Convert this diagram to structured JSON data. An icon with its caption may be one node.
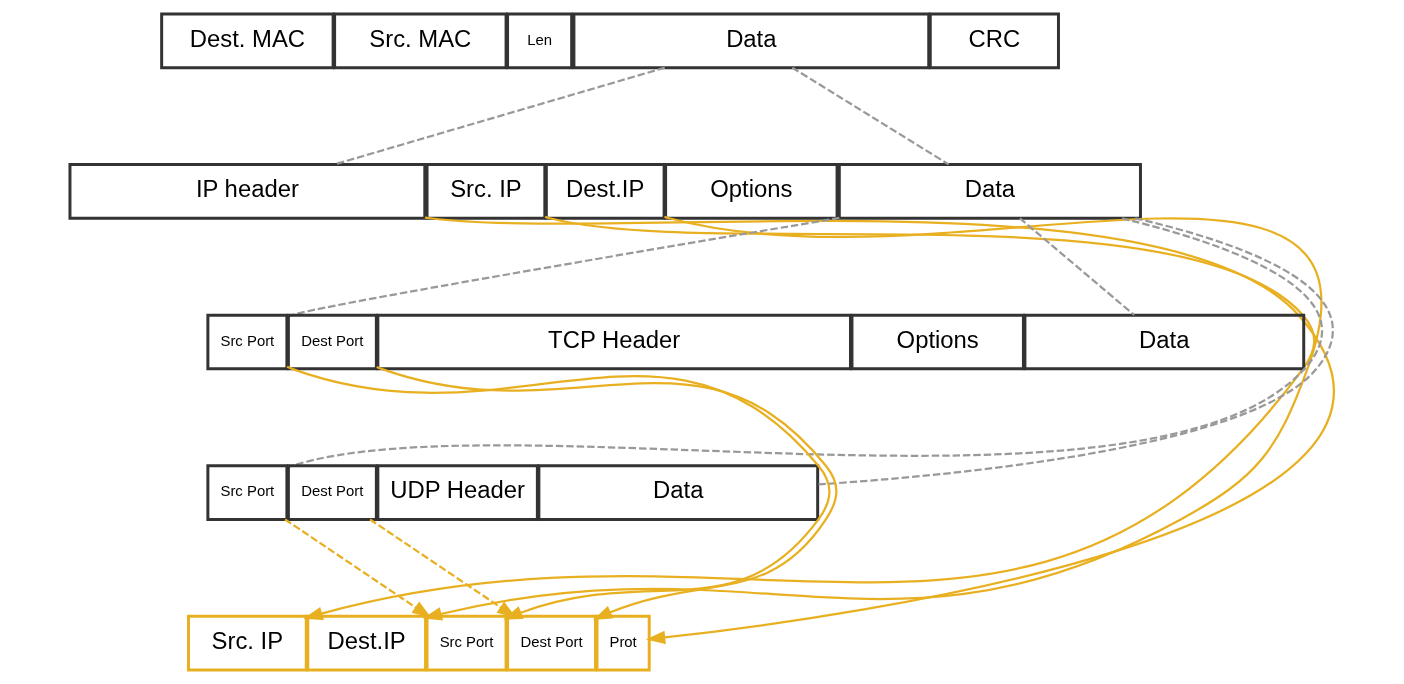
{
  "diagram": {
    "nodes": [
      {
        "text": [
          "Dest. MAC"
        ]
      },
      {
        "text": [
          "Src. MAC"
        ]
      },
      {
        "text": [
          "Len"
        ]
      },
      {
        "text": [
          "Data"
        ]
      },
      {
        "text": [
          "CRC"
        ]
      },
      {
        "text": [
          "IP header"
        ]
      },
      {
        "text": [
          "Src. IP"
        ]
      },
      {
        "text": [
          "Dest.IP"
        ]
      },
      {
        "text": [
          "Options"
        ]
      },
      {
        "text": [
          "Data"
        ]
      },
      {
        "text": [
          "Src Port"
        ]
      },
      {
        "text": [
          "Dest Port"
        ]
      },
      {
        "text": [
          "TCP Header"
        ]
      },
      {
        "text": [
          "Options"
        ]
      },
      {
        "text": [
          "Data"
        ]
      },
      {
        "text": [
          "Src Port"
        ]
      },
      {
        "text": [
          "Dest Port"
        ]
      },
      {
        "text": [
          "UDP Header"
        ]
      },
      {
        "text": [
          "Data"
        ]
      },
      {
        "text": [
          "Src. IP"
        ]
      },
      {
        "text": [
          "Dest.IP"
        ]
      },
      {
        "text": [
          "Src Port"
        ]
      },
      {
        "text": [
          "Dest Port"
        ]
      },
      {
        "text": [
          "Prot"
        ]
      }
    ],
    "edges": [
      {
        "from": 3,
        "to": 5,
        "arrow": "none",
        "style": "dashed",
        "color": "#999999"
      },
      {
        "from": 3,
        "to": 9,
        "arrow": "none",
        "style": "dashed",
        "color": "#999999"
      },
      {
        "from": 9,
        "to": 10,
        "arrow": "none",
        "style": "dashed",
        "color": "#999999"
      },
      {
        "from": 9,
        "to": 15,
        "arrow": "none",
        "style": "dashed",
        "color": "#999999"
      },
      {
        "from": 9,
        "to": 14,
        "arrow": "none",
        "style": "dashed",
        "color": "#999999"
      },
      {
        "from": 9,
        "to": 18,
        "arrow": "none",
        "style": "dashed",
        "color": "#999999"
      },
      {
        "from": 5,
        "to": 23,
        "arrow": "to"
      },
      {
        "from": 6,
        "to": 19,
        "arrow": "to"
      },
      {
        "from": 7,
        "to": 20,
        "arrow": "to"
      },
      {
        "from": 10,
        "to": 21,
        "arrow": "to"
      },
      {
        "from": 11,
        "to": 22,
        "arrow": "to"
      },
      {
        "from": 15,
        "to": 21,
        "arrow": "to",
        "style": "dashed"
      },
      {
        "from": 16,
        "to": 22,
        "arrow": "to",
        "style": "dashed"
      }
    ]
  }
}
